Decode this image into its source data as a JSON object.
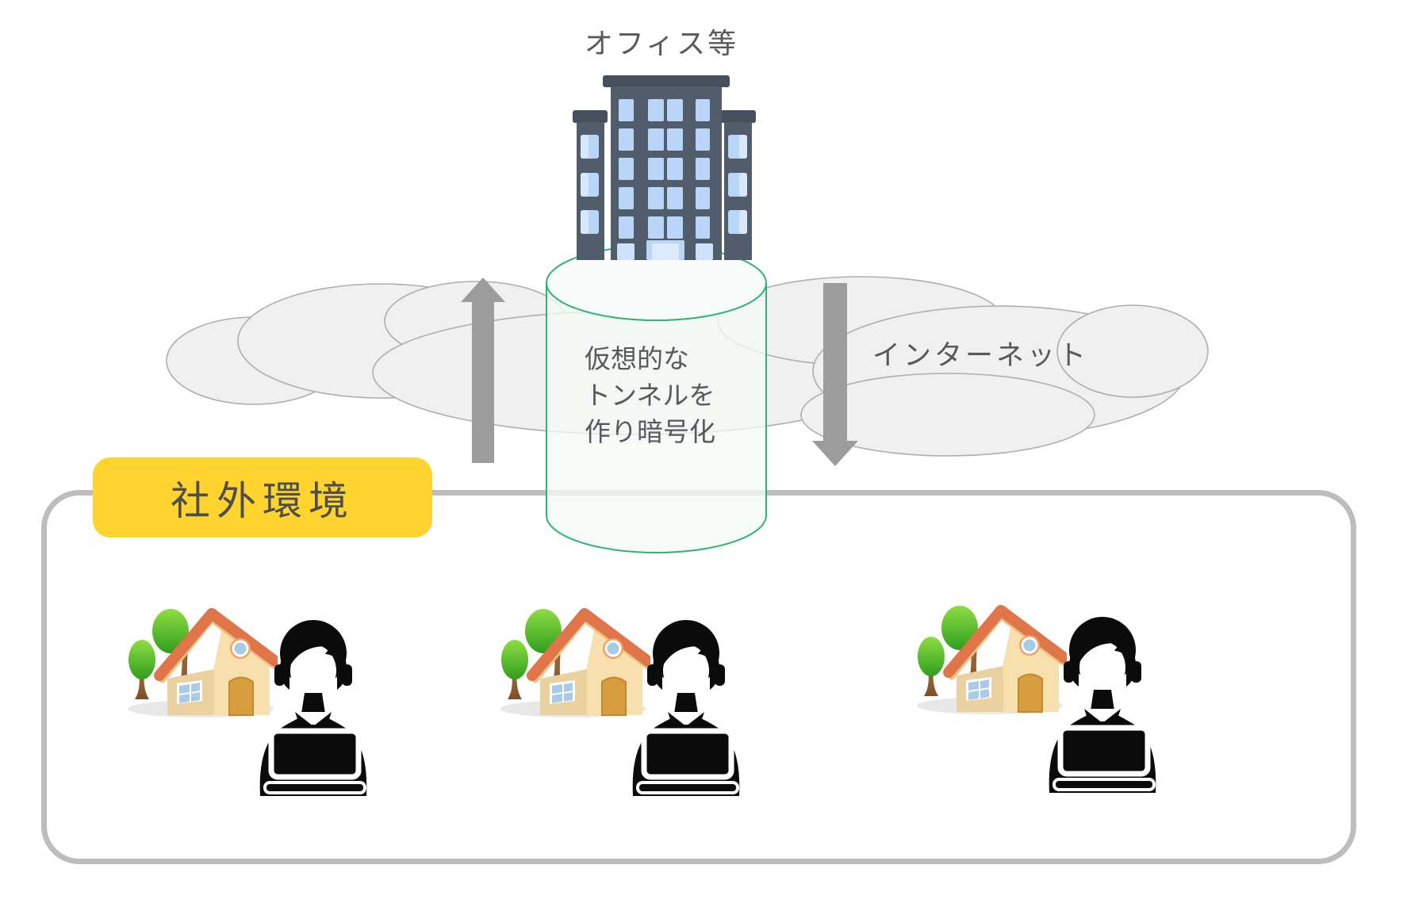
{
  "diagram": {
    "office_label": "オフィス等",
    "internet_label": "インターネット",
    "tunnel": {
      "line1": "仮想的な",
      "line2": "トンネルを",
      "line3": "作り暗号化"
    },
    "outside_badge": "社外環境",
    "remote_sites": [
      {
        "name": "remote-site-1",
        "icons": [
          "house-icon",
          "remote-worker-icon"
        ]
      },
      {
        "name": "remote-site-2",
        "icons": [
          "house-icon",
          "remote-worker-icon"
        ]
      },
      {
        "name": "remote-site-3",
        "icons": [
          "house-icon",
          "remote-worker-icon"
        ]
      }
    ]
  },
  "colors": {
    "tunnel_green": "#2db470",
    "tunnel_fill": "rgba(243,250,246,0.78)",
    "badge_yellow": "#ffd42e",
    "arrow_gray": "#9c9c9c",
    "text_gray": "#595959",
    "cloud_fill": "#f0f0f0",
    "cloud_stroke": "#aeaeae",
    "box_border": "#bdbdbd",
    "building_body": "#515d6b",
    "building_roof": "#46505c",
    "building_window": "#b9d5f7",
    "house_roof": "#df7549",
    "house_wall": "#f7e0ad",
    "tree_green": "#47b825",
    "silhouette_black": "#0b0b0b"
  }
}
